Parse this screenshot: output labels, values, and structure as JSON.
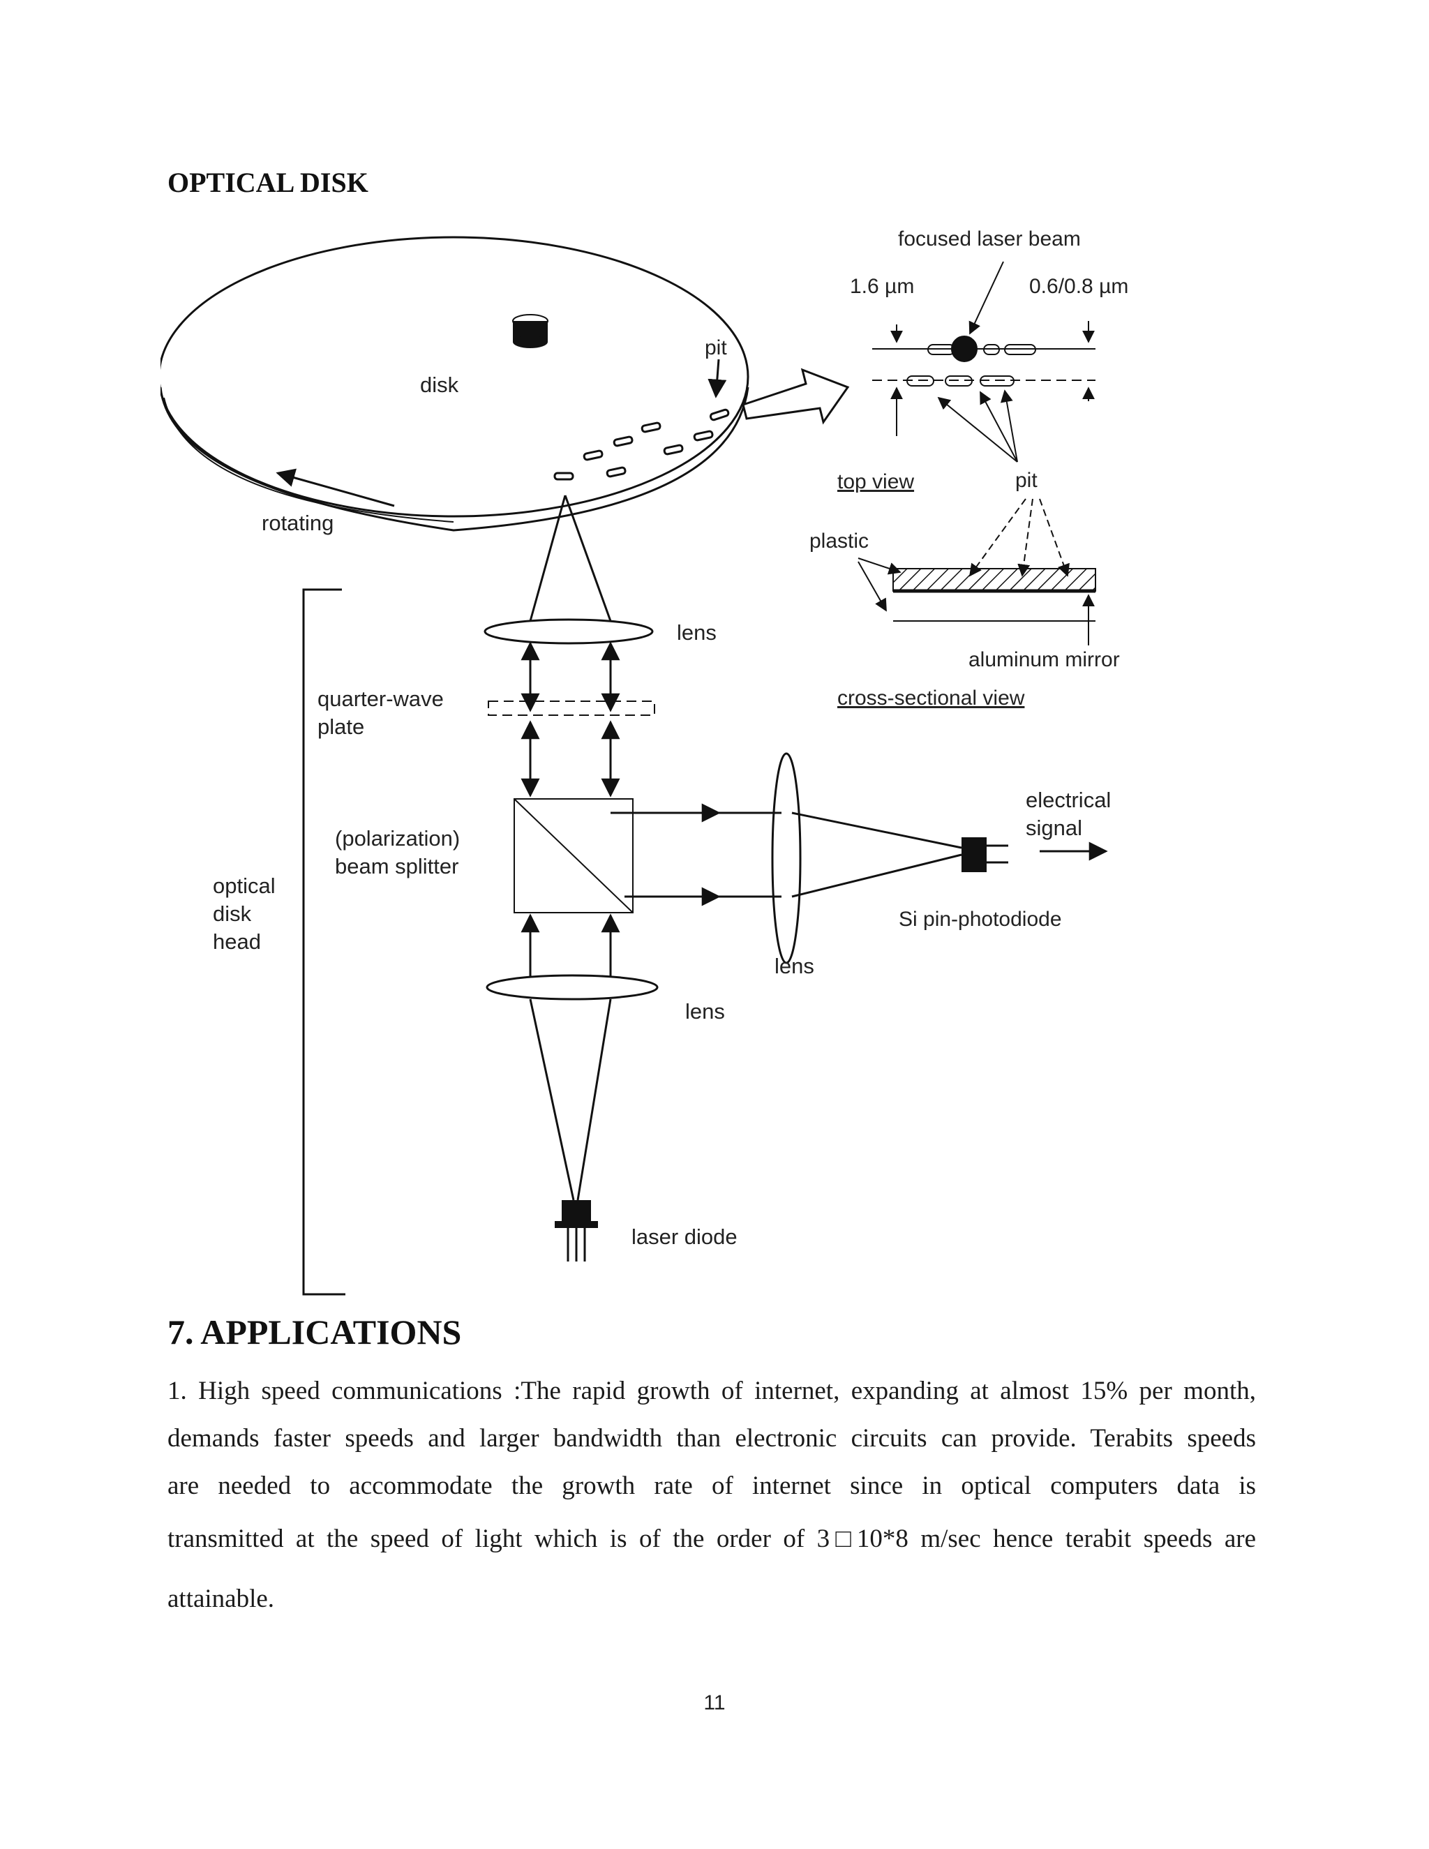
{
  "section_title": "OPTICAL DISK",
  "figure": {
    "labels": {
      "focused_laser_beam": "focused laser beam",
      "track_pitch": "1.6 µm",
      "pit_width": "0.6/0.8 µm",
      "pit_upper": "pit",
      "disk": "disk",
      "top_view": "top view",
      "pit_lower": "pit",
      "rotating": "rotating",
      "plastic": "plastic",
      "lens_top": "lens",
      "aluminum_mirror": "aluminum mirror",
      "cross_sectional_view": "cross-sectional view",
      "quarter_wave_1": "quarter-wave",
      "quarter_wave_2": "plate",
      "electrical_signal_1": "electrical",
      "electrical_signal_2": "signal",
      "beam_splitter_1": "(polarization)",
      "beam_splitter_2": "beam splitter",
      "optical_head_1": "optical",
      "optical_head_2": "disk",
      "optical_head_3": "head",
      "photodiode": "Si pin-photodiode",
      "lens_right": "lens",
      "lens_bottom": "lens",
      "laser_diode": "laser diode"
    }
  },
  "applications": {
    "title": "7. APPLICATIONS",
    "lines": [
      "1. High speed communications :The rapid growth of internet, expanding at almost 15% per month,",
      "demands faster speeds and larger bandwidth than electronic circuits can provide. Terabits speeds",
      "are needed to accommodate the growth rate of internet since in optical computers data is",
      "transmitted at the speed of light which is of the order of 3□10*8 m/sec hence terabit speeds are",
      "attainable."
    ]
  },
  "page_number": "11"
}
